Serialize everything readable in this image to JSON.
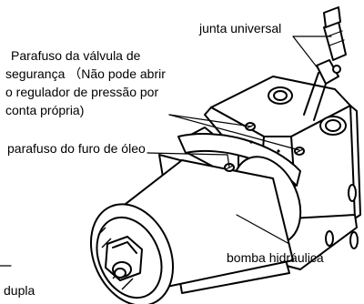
{
  "labels": {
    "universal_joint": "junta universal",
    "safety_valve_line1": "Parafuso da válvula de",
    "safety_valve_line2": "segurança （Não pode abrir",
    "safety_valve_line3": "o regulador de pressão por",
    "safety_valve_line4": "conta própria)",
    "oil_hole_screw": "parafuso do furo de óleo",
    "hydraulic_pump": "bomba hidráulica",
    "partial_bottom_left": "dupla"
  }
}
